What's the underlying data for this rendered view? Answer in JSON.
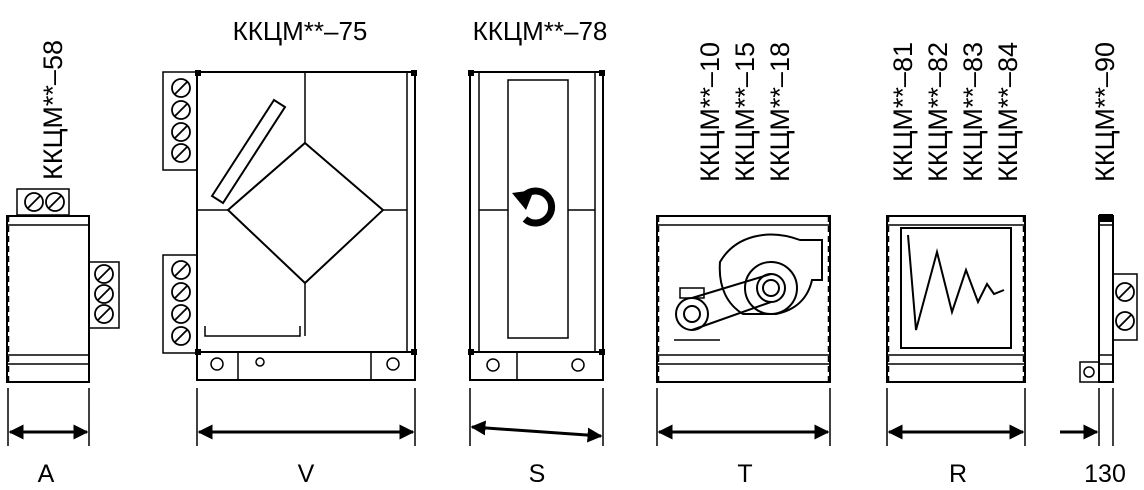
{
  "labels": {
    "top": {
      "v": "ККЦМ**–75",
      "s": "ККЦМ**–78"
    },
    "vertical": {
      "a": "ККЦМ**–58",
      "t": [
        "ККЦМ**–10",
        "ККЦМ**–15",
        "ККЦМ**–18"
      ],
      "r": [
        "ККЦМ**–81",
        "ККЦМ**–82",
        "ККЦМ**–83",
        "ККЦМ**–84"
      ],
      "w": "ККЦМ**–90"
    },
    "bottom": {
      "a": "A",
      "v": "V",
      "s": "S",
      "t": "T",
      "r": "R",
      "w": "130"
    }
  },
  "colors": {
    "ink": "#000000",
    "background": "#ffffff"
  }
}
